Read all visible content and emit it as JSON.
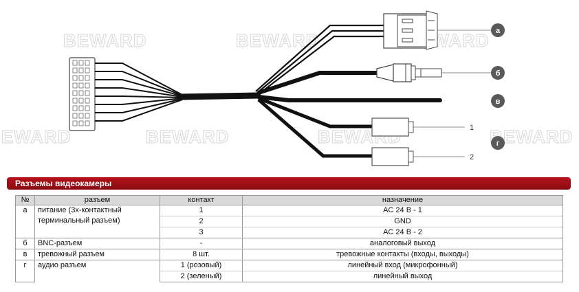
{
  "watermark": "BEWARD",
  "diagram": {
    "badges": [
      {
        "letter": "а"
      },
      {
        "letter": "б"
      },
      {
        "letter": "в"
      },
      {
        "letter": "г"
      }
    ],
    "numbers": [
      "1",
      "2"
    ],
    "colors": {
      "cable": "#111111",
      "badge": "#5a5a5a",
      "connector_stroke": "#555555",
      "connector_fill": "#ffffff",
      "watermark": "#dcdcdc"
    }
  },
  "section": {
    "title": "Разъемы видеокамеры",
    "accent": "#a10f17"
  },
  "table": {
    "headers": {
      "no": "№",
      "connector": "разъем",
      "contact": "контакт",
      "purpose": "назначение"
    },
    "rows": [
      {
        "no": "а",
        "connector": "питание (3х-контактный терминальный разъем)",
        "contact": "1",
        "purpose": "AC 24 В - 1"
      },
      {
        "no": "",
        "connector": "",
        "contact": "2",
        "purpose": "GND"
      },
      {
        "no": "",
        "connector": "",
        "contact": "3",
        "purpose": "AC 24 В - 2"
      },
      {
        "no": "б",
        "connector": "BNC-разъем",
        "contact": "-",
        "purpose": "аналоговый выход"
      },
      {
        "no": "в",
        "connector": "тревожный разъем",
        "contact": "8 шт.",
        "purpose": "тревожные контакты (входы, выходы)"
      },
      {
        "no": "г",
        "connector": "аудио разъем",
        "contact": "1 (розовый)",
        "purpose": "линейный вход (микрофонный)"
      },
      {
        "no": "",
        "connector": "",
        "contact": "2 (зеленый)",
        "purpose": "линейный выход"
      }
    ]
  }
}
